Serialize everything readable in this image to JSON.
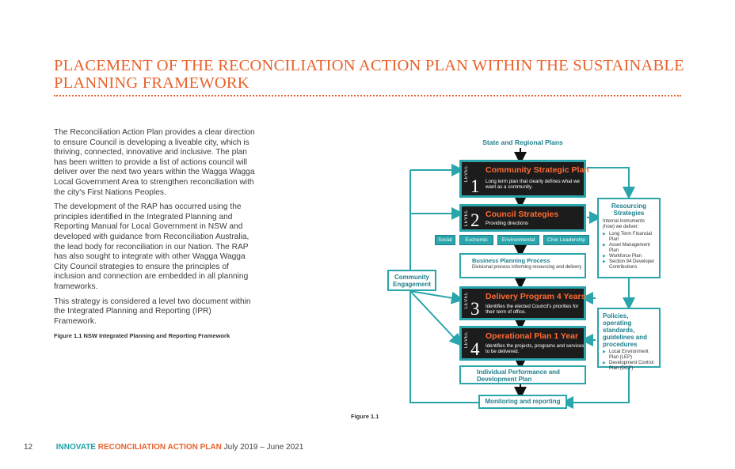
{
  "page": {
    "title": "PLACEMENT OF THE RECONCILIATION ACTION PLAN WITHIN THE SUSTAINABLE PLANNING FRAMEWORK",
    "paragraphs": [
      "The Reconciliation Action Plan provides a clear direction to ensure Council is developing a liveable city, which is thriving, connected, innovative and inclusive. The plan has been written to provide a list of actions council will deliver over the next two years within the Wagga Wagga Local Government Area to strengthen reconciliation with the city's First Nations Peoples.",
      "The development of the RAP has occurred using the principles identified in the Integrated Planning and Reporting Manual for Local Government in NSW and developed with guidance from Reconciliation Australia, the lead body for reconciliation in our Nation. The RAP has also sought to integrate with other Wagga Wagga City Council strategies to ensure the principles of inclusion and connection are embedded in all planning frameworks.",
      "This strategy is considered a level two document within the Integrated Planning and Reporting (IPR) Framework."
    ],
    "figure_caption": "Figure 1.1 NSW Integrated Planning and Reporting Framework",
    "figure_label": "Figure 1.1"
  },
  "footer": {
    "page_number": "12",
    "innovate": "INNOVATE",
    "rap": "RECONCILIATION ACTION PLAN",
    "dates": "July 2019 – June 2021"
  },
  "diagram": {
    "state_regional": "State and Regional Plans",
    "level_word": "LEVEL",
    "level1": {
      "num": "1",
      "heading": "Community Strategic Plan",
      "sub": "Long term plan that clearly defines what we want as a community."
    },
    "level2": {
      "num": "2",
      "heading": "Council Strategies",
      "sub": "Providing directions"
    },
    "chips": [
      "Social",
      "Economic",
      "Environmental",
      "Civic Leadership"
    ],
    "business": {
      "heading": "Business Planning Process",
      "sub": "Divisional process informing resourcing and delivery"
    },
    "level3": {
      "num": "3",
      "heading": "Delivery Program 4 Years",
      "sub": "Identifies the elected Council's priorities for their term of office."
    },
    "level4": {
      "num": "4",
      "heading": "Operational Plan 1 Year",
      "sub": "Identifies the projects, programs and services to be delivered."
    },
    "individual": "Individual Performance and Development Plan",
    "monitoring": "Monitoring and reporting",
    "community": "Community Engagement",
    "resourcing": {
      "title": "Resourcing Strategies",
      "intro": "Internal Instruments (how) we deliver:",
      "items": [
        "Long Term Financial Plan",
        "Asset Management Plan",
        "Workforce Plan",
        "Section 94 Developer Contributions"
      ]
    },
    "policies": {
      "title": "Policies, operating standards, guidelines and procedures",
      "items": [
        "Local Environment Plan (LEP)",
        "Development Control Plan (DCP)"
      ]
    },
    "colors": {
      "teal": "#2aa5ab",
      "orange": "#e8622c",
      "dark": "#1c1c1c"
    }
  }
}
